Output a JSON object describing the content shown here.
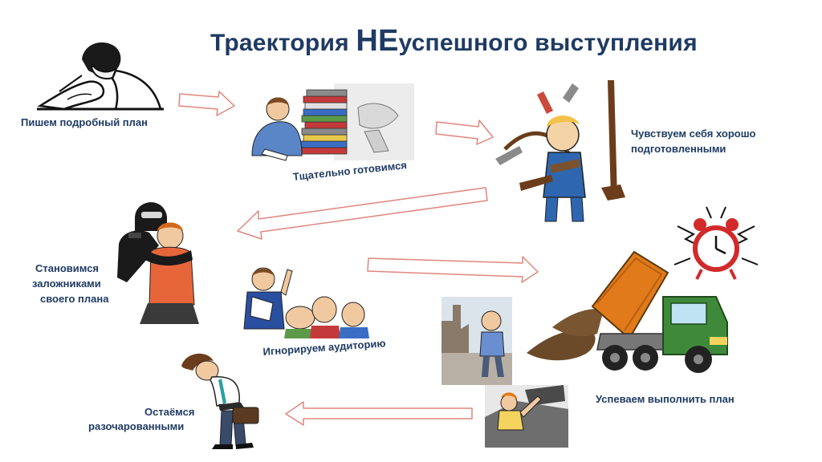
{
  "title": {
    "prefix": "Траектория ",
    "emphasis": "НЕ",
    "suffix": "успешного выступления"
  },
  "steps": {
    "plan": "Пишем подробный план",
    "prepare": "Тщательно готовимся",
    "prepared_line1": "Чувствуем себя хорошо",
    "prepared_line2": "подготовленными",
    "hostage_line1": "Становимся",
    "hostage_line2": "заложниками",
    "hostage_line3": "своего плана",
    "ignore": "Игнорируем аудиторию",
    "succeed": "Успеваем выполнить план",
    "disappointed_line1": "Остаёмся",
    "disappointed_line2": "разочарованными"
  },
  "illustration_labels": {
    "mask_label": "план"
  },
  "colors": {
    "title": "#1f3b63",
    "arrow_stroke": "#e0867c",
    "truck": "#e07a1a",
    "cab": "#3f8a3a"
  }
}
